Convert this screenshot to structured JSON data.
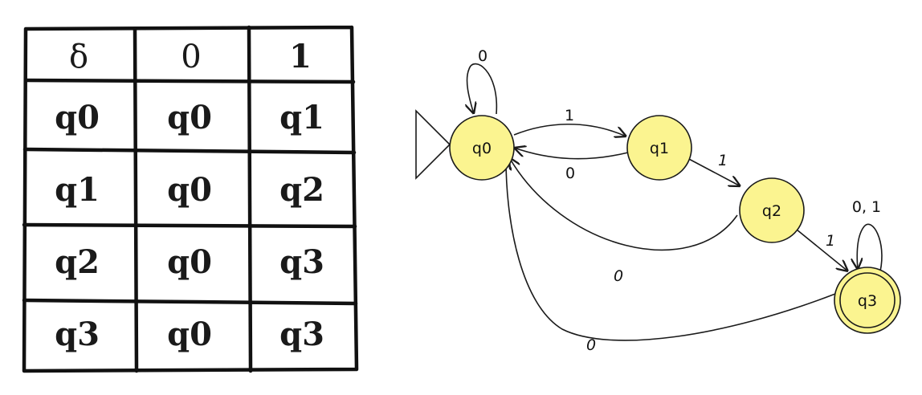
{
  "table": {
    "header": [
      "δ",
      "0",
      "1"
    ],
    "rows": [
      [
        "q0",
        "q0",
        "q1"
      ],
      [
        "q1",
        "q0",
        "q2"
      ],
      [
        "q2",
        "q0",
        "q3"
      ],
      [
        "q3",
        "q0",
        "q3"
      ]
    ]
  },
  "automaton": {
    "states": [
      {
        "id": "q0",
        "label": "q0",
        "start": true,
        "accepting": false
      },
      {
        "id": "q1",
        "label": "q1",
        "start": false,
        "accepting": false
      },
      {
        "id": "q2",
        "label": "q2",
        "start": false,
        "accepting": false
      },
      {
        "id": "q3",
        "label": "q3",
        "start": false,
        "accepting": true
      }
    ],
    "transitions": [
      {
        "from": "q0",
        "to": "q0",
        "label": "0"
      },
      {
        "from": "q0",
        "to": "q1",
        "label": "1"
      },
      {
        "from": "q1",
        "to": "q0",
        "label": "0"
      },
      {
        "from": "q1",
        "to": "q2",
        "label": "1"
      },
      {
        "from": "q2",
        "to": "q0",
        "label": "0"
      },
      {
        "from": "q2",
        "to": "q3",
        "label": "1"
      },
      {
        "from": "q3",
        "to": "q0",
        "label": "0"
      },
      {
        "from": "q3",
        "to": "q3",
        "label": "0, 1"
      }
    ],
    "state_fill": "#fbf490"
  }
}
